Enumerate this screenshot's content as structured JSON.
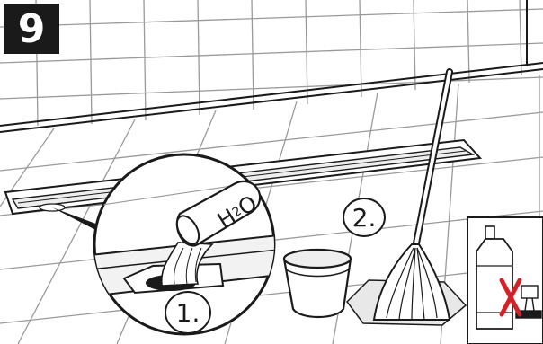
{
  "step": {
    "number": "9"
  },
  "callouts": {
    "step1": "1.",
    "step2": "2."
  },
  "jug_label": {
    "main": "H",
    "sub": "2",
    "tail": "O"
  },
  "colors": {
    "line": "#1a1a1a",
    "badge": "#1a1a1a",
    "cross": "#d42027",
    "floor": "#f4f4f4"
  },
  "icons": [
    "tile-wall",
    "shower-drain-channel",
    "magnifier-detail",
    "water-jug-icon",
    "bucket-icon",
    "mop-icon",
    "cleaner-bottle-icon",
    "prohibited-cross-icon"
  ]
}
